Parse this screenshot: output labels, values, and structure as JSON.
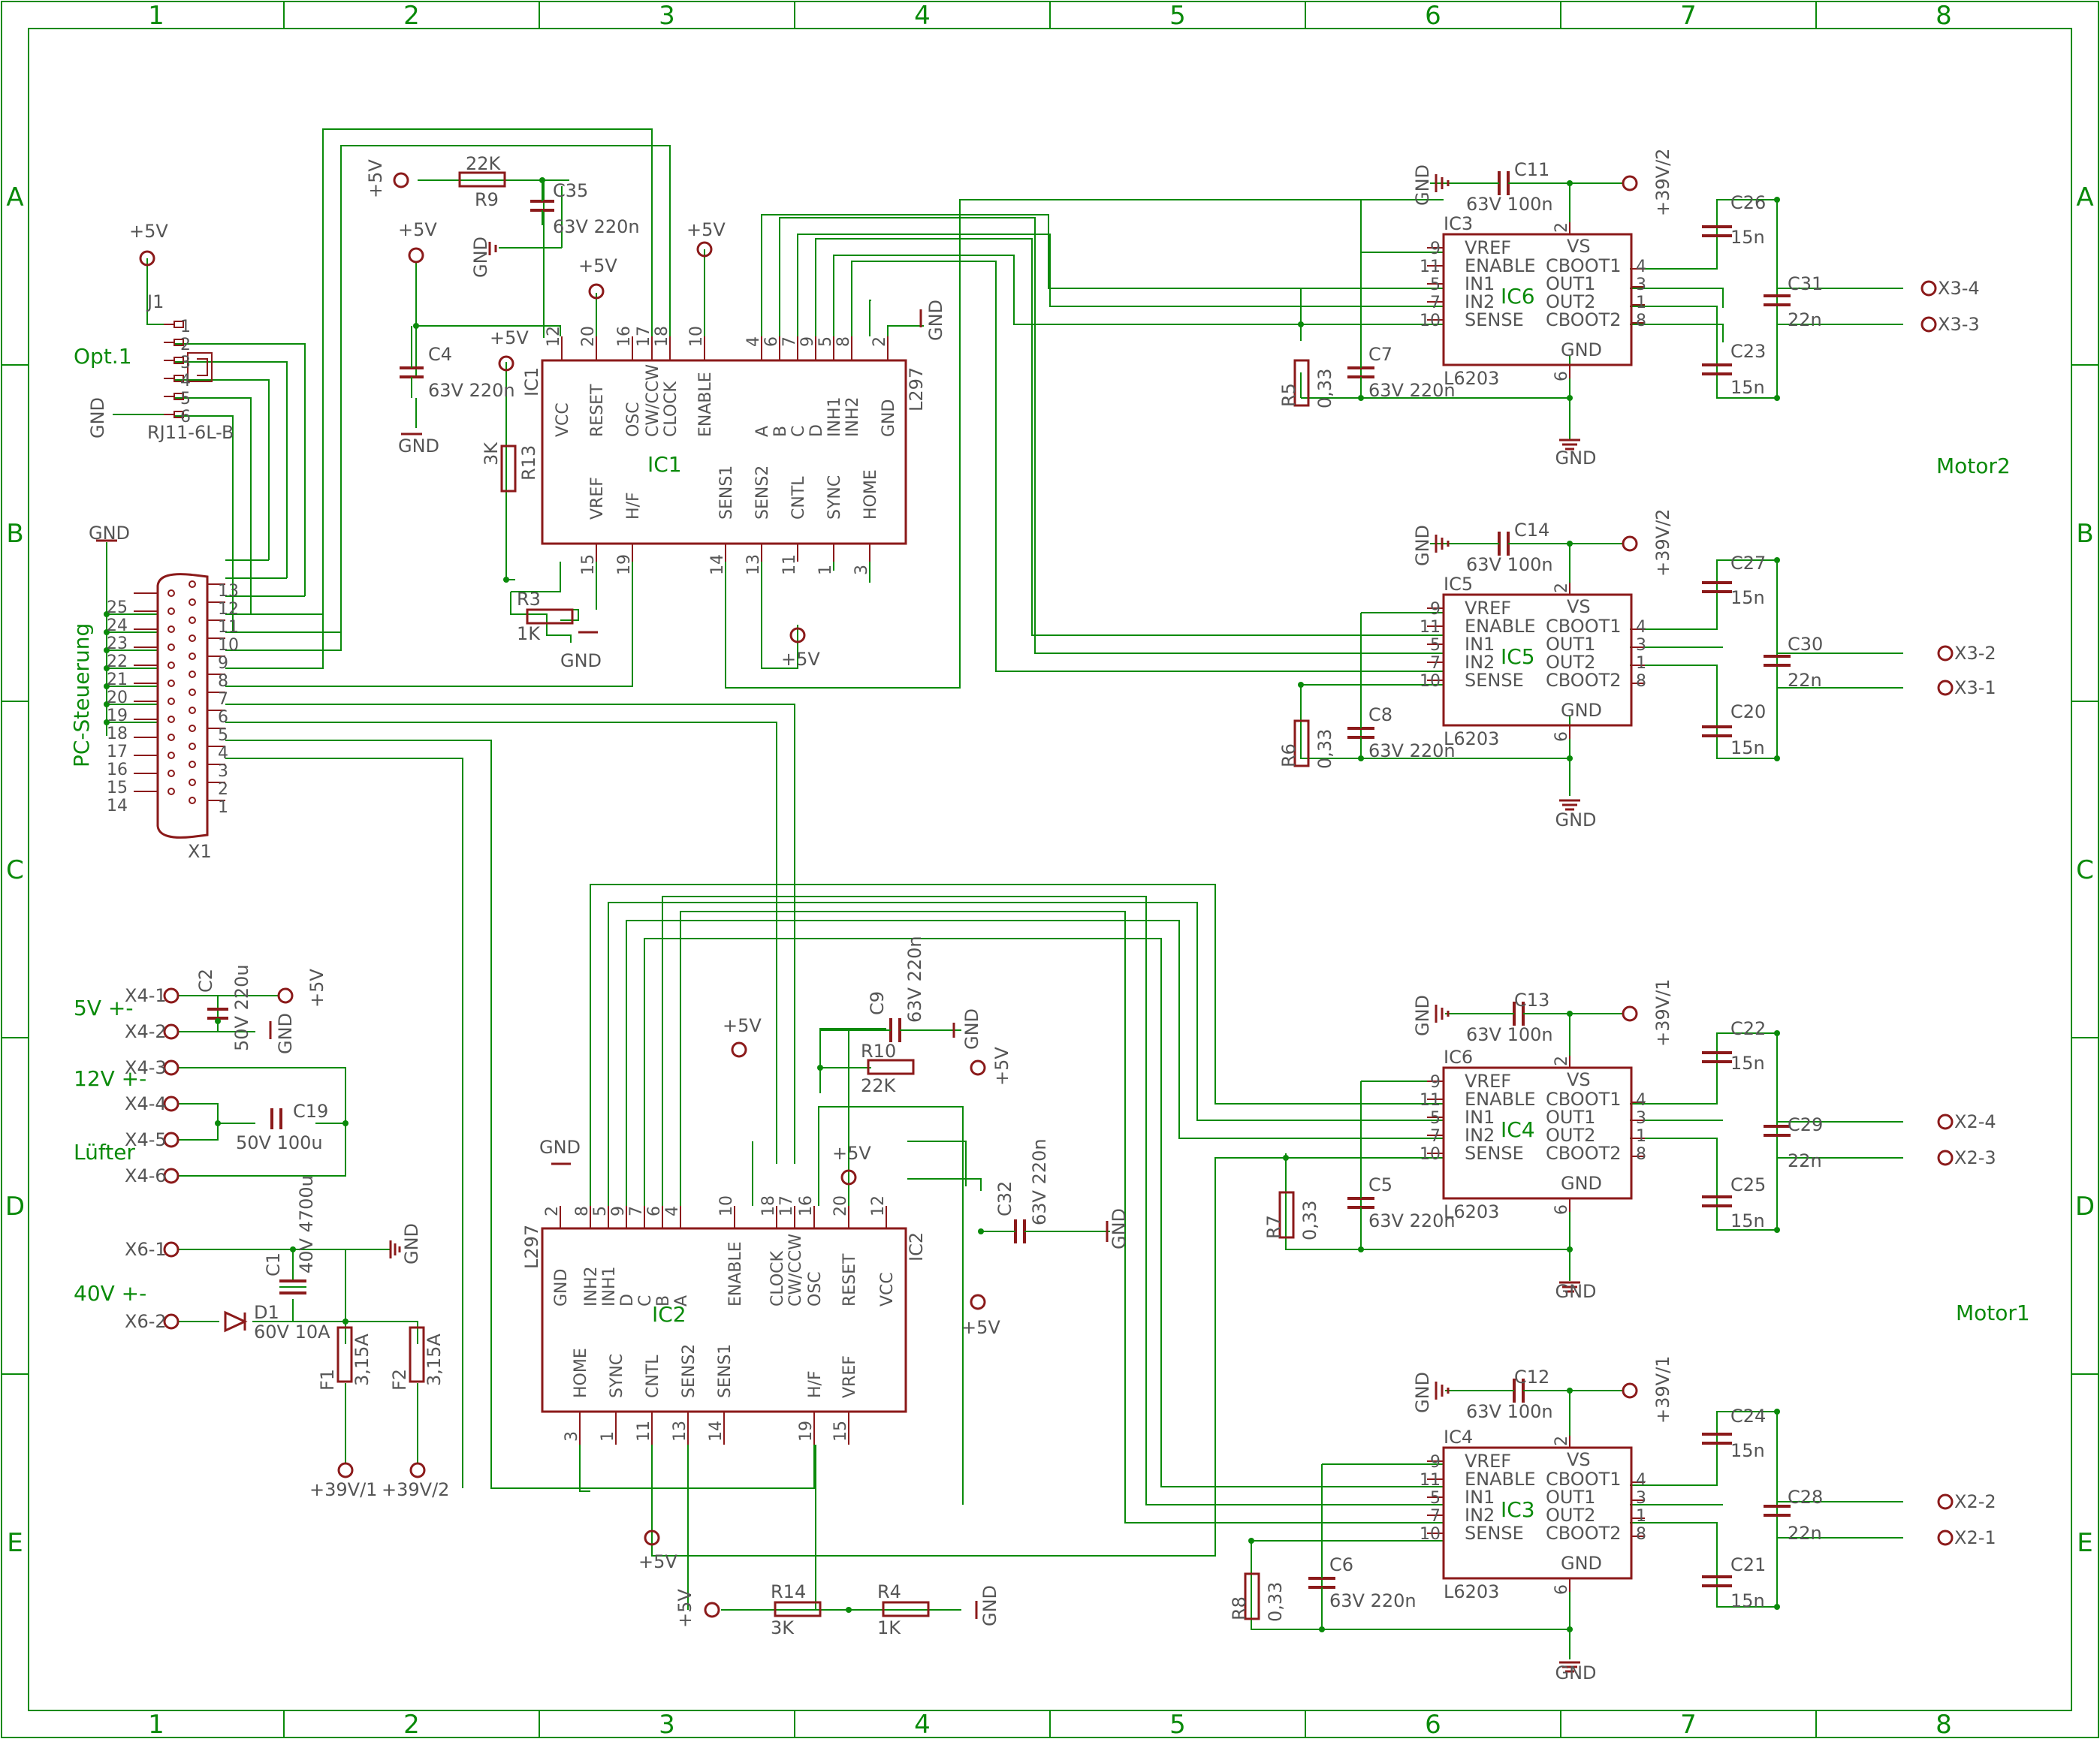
{
  "frame": {
    "columns": [
      "1",
      "2",
      "3",
      "4",
      "5",
      "6",
      "7",
      "8"
    ],
    "rows": [
      "A",
      "B",
      "C",
      "D",
      "E"
    ]
  },
  "colors": {
    "wire": "#0a8a0a",
    "part": "#8b1a1a",
    "pin": "#555555",
    "background": "#ffffff"
  },
  "net_labels": {
    "opt1": "Opt.1",
    "pc_steuerung": "PC-Steuerung",
    "v5": "5V +-",
    "v12": "12V +-",
    "luefter": "Lüfter",
    "v40": "40V +-",
    "motor1": "Motor1",
    "motor2": "Motor2"
  },
  "connector_j1": {
    "name": "J1",
    "type": "RJ11-6L-B",
    "supply": "+5V",
    "gnd": "GND",
    "pins": [
      "1",
      "2",
      "3",
      "4",
      "5",
      "6"
    ]
  },
  "connector_x1": {
    "name": "X1",
    "gnd": "GND",
    "pins_left": [
      "25",
      "24",
      "23",
      "22",
      "21",
      "20",
      "19",
      "18",
      "17",
      "16",
      "15",
      "14"
    ],
    "pins_right": [
      "13",
      "12",
      "11",
      "10",
      "9",
      "8",
      "7",
      "6",
      "5",
      "4",
      "3",
      "2",
      "1"
    ]
  },
  "ic1": {
    "name": "IC1",
    "type": "L297",
    "top_pins": [
      {
        "num": "12",
        "name": "VCC"
      },
      {
        "num": "20",
        "name": "RESET"
      },
      {
        "num": "16",
        "name": "OSC"
      },
      {
        "num": "17",
        "name": "CW/CCW"
      },
      {
        "num": "18",
        "name": "CLOCK"
      },
      {
        "num": "10",
        "name": "ENABLE"
      },
      {
        "num": "4",
        "name": "A"
      },
      {
        "num": "6",
        "name": "B"
      },
      {
        "num": "7",
        "name": "C"
      },
      {
        "num": "9",
        "name": "D"
      },
      {
        "num": "5",
        "name": "INH1"
      },
      {
        "num": "8",
        "name": "INH2"
      },
      {
        "num": "2",
        "name": "GND"
      }
    ],
    "bottom_pins": [
      {
        "num": "15",
        "name": "VREF"
      },
      {
        "num": "19",
        "name": "H/F"
      },
      {
        "num": "14",
        "name": "SENS1"
      },
      {
        "num": "13",
        "name": "SENS2"
      },
      {
        "num": "11",
        "name": "CNTL"
      },
      {
        "num": "1",
        "name": "SYNC"
      },
      {
        "num": "3",
        "name": "HOME"
      }
    ]
  },
  "ic2": {
    "name": "IC2",
    "type": "L297",
    "top_pins": [
      {
        "num": "2",
        "name": "GND"
      },
      {
        "num": "8",
        "name": "INH2"
      },
      {
        "num": "5",
        "name": "INH1"
      },
      {
        "num": "9",
        "name": "D"
      },
      {
        "num": "7",
        "name": "C"
      },
      {
        "num": "6",
        "name": "B"
      },
      {
        "num": "4",
        "name": "A"
      },
      {
        "num": "10",
        "name": "ENABLE"
      },
      {
        "num": "18",
        "name": "CLOCK"
      },
      {
        "num": "17",
        "name": "CW/CCW"
      },
      {
        "num": "16",
        "name": "OSC"
      },
      {
        "num": "20",
        "name": "RESET"
      },
      {
        "num": "12",
        "name": "VCC"
      }
    ],
    "bottom_pins": [
      {
        "num": "3",
        "name": "HOME"
      },
      {
        "num": "1",
        "name": "SYNC"
      },
      {
        "num": "11",
        "name": "CNTL"
      },
      {
        "num": "13",
        "name": "SENS2"
      },
      {
        "num": "14",
        "name": "SENS1"
      },
      {
        "num": "19",
        "name": "H/F"
      },
      {
        "num": "15",
        "name": "VREF"
      }
    ]
  },
  "driver_pins": {
    "left": [
      {
        "num": "9",
        "name": "VREF"
      },
      {
        "num": "11",
        "name": "ENABLE"
      },
      {
        "num": "5",
        "name": "IN1"
      },
      {
        "num": "7",
        "name": "IN2"
      },
      {
        "num": "10",
        "name": "SENSE"
      }
    ],
    "right": [
      {
        "num": "4",
        "name": "CBOOT1"
      },
      {
        "num": "3",
        "name": "OUT1"
      },
      {
        "num": "1",
        "name": "OUT2"
      },
      {
        "num": "8",
        "name": "CBOOT2"
      }
    ],
    "vs": {
      "num": "2",
      "name": "VS"
    },
    "gnd": {
      "num": "6",
      "name": "GND"
    }
  },
  "drivers": [
    {
      "ic": "IC3",
      "center": "IC6",
      "type": "L6203",
      "cap": "C11",
      "cap_value": "63V 100n",
      "supply": "+39V/2",
      "cap_top": "C26",
      "cap_top_value": "15n",
      "cap_bot": "C23",
      "cap_bot_value": "15n",
      "cap_mid": "C31",
      "cap_mid_value": "22n",
      "cap_vref": "C7",
      "cap_vref_value": "63V 220n",
      "res": "R5",
      "res_value": "0,33",
      "out1": "X3-4",
      "out2": "X3-3",
      "gnd": "GND",
      "gnd_cap": "GND"
    },
    {
      "ic": "IC5",
      "center": "IC5",
      "type": "L6203",
      "cap": "C14",
      "cap_value": "63V 100n",
      "supply": "+39V/2",
      "cap_top": "C27",
      "cap_top_value": "15n",
      "cap_bot": "C20",
      "cap_bot_value": "15n",
      "cap_mid": "C30",
      "cap_mid_value": "22n",
      "cap_vref": "C8",
      "cap_vref_value": "63V 220n",
      "res": "R6",
      "res_value": "0,33",
      "out1": "X3-2",
      "out2": "X3-1",
      "gnd": "GND",
      "gnd_cap": "GND"
    },
    {
      "ic": "IC6",
      "center": "IC4",
      "type": "L6203",
      "cap": "C13",
      "cap_value": "63V 100n",
      "supply": "+39V/1",
      "cap_top": "C22",
      "cap_top_value": "15n",
      "cap_bot": "C25",
      "cap_bot_value": "15n",
      "cap_mid": "C29",
      "cap_mid_value": "22n",
      "cap_vref": "C5",
      "cap_vref_value": "63V 220n",
      "res": "R7",
      "res_value": "0,33",
      "out1": "X2-4",
      "out2": "X2-3",
      "gnd": "GND",
      "gnd_cap": "GND"
    },
    {
      "ic": "IC4",
      "center": "IC3",
      "type": "L6203",
      "cap": "C12",
      "cap_value": "63V 100n",
      "supply": "+39V/1",
      "cap_top": "C24",
      "cap_top_value": "15n",
      "cap_bot": "C21",
      "cap_bot_value": "15n",
      "cap_mid": "C28",
      "cap_mid_value": "22n",
      "cap_vref": "C6",
      "cap_vref_value": "63V 220n",
      "res": "R8",
      "res_value": "0,33",
      "out1": "X2-2",
      "out2": "X2-1",
      "gnd": "GND",
      "gnd_cap": "GND"
    }
  ],
  "ic1_parts": {
    "r9": "R9",
    "r9_value": "22K",
    "c35": "C35",
    "c35_value": "63V 220n",
    "c4": "C4",
    "c4_value": "63V 220n",
    "r13": "R13",
    "r13_value": "3K",
    "r3": "R3",
    "r3_value": "1K",
    "p5v_r9": "+5V",
    "p5v_c4": "+5V",
    "p5v_reset": "+5V",
    "p5v_enable": "+5V",
    "p5v_r13": "+5V",
    "p5v_cntl": "+5V",
    "gnd_c35": "GND",
    "gnd_c4": "GND",
    "gnd_r3": "GND",
    "gnd_pin2": "GND"
  },
  "ic2_parts": {
    "c9": "C9",
    "c9_value": "63V 220n",
    "r10": "R10",
    "r10_value": "22K",
    "c32": "C32",
    "c32_value": "63V 220n",
    "r14": "R14",
    "r14_value": "3K",
    "r4": "R4",
    "r4_value": "1K",
    "p5v_enable": "+5V",
    "p5v_reset": "+5V",
    "p5v_r10": "+5V",
    "p5v_vcc": "+5V",
    "p5v_cntl": "+5V",
    "p5v_r14": "+5V",
    "gnd_c9": "GND",
    "gnd_c32": "GND",
    "gnd_r4": "GND",
    "gnd_pin2": "GND"
  },
  "power": {
    "x4_1": "X4-1",
    "x4_2": "X4-2",
    "x4_3": "X4-3",
    "x4_4": "X4-4",
    "x4_5": "X4-5",
    "x4_6": "X4-6",
    "x6_1": "X6-1",
    "x6_2": "X6-2",
    "c2": "C2",
    "c2_value": "50V 220u",
    "c19": "C19",
    "c19_value": "50V 100u",
    "c1": "C1",
    "c1_value": "40V 4700u",
    "d1": "D1",
    "d1_value": "60V 10A",
    "f1": "F1",
    "f1_value": "3,15A",
    "f2": "F2",
    "f2_value": "3,15A",
    "p5v": "+5V",
    "gnd_c2": "GND",
    "gnd_x6": "GND",
    "out1": "+39V/1",
    "out2": "+39V/2"
  }
}
